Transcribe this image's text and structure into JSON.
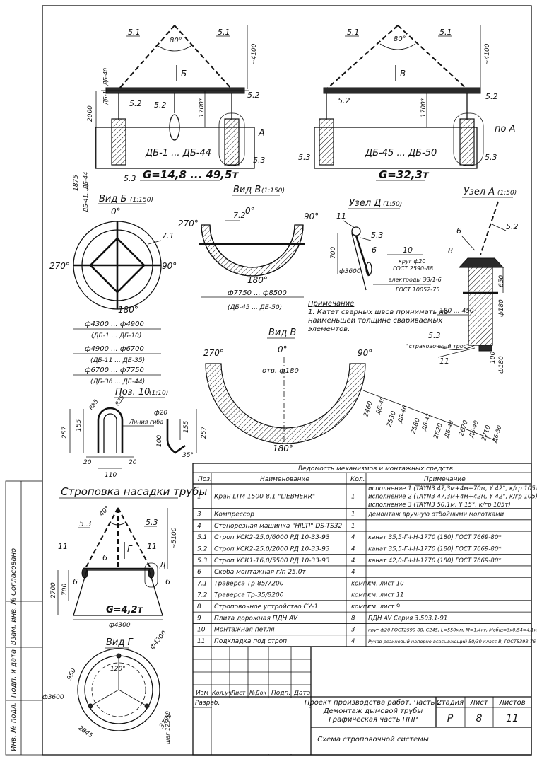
{
  "title_block": {
    "project": "Проект производства работ. Часть 2",
    "sub1": "Демонтаж дымовой трубы",
    "sub2": "Графическая часть ППР",
    "sheet_name": "Схема строповочной системы",
    "stage_h": "Стадия",
    "sheet_h": "Лист",
    "sheets_h": "Листов",
    "stage": "Р",
    "sheet": "8",
    "sheets": "11",
    "sig_cols": [
      "Изм",
      "Кол.уч",
      "Лист",
      "№Док",
      "Подп.",
      "Дата"
    ],
    "razrab": "Разраб."
  },
  "side_stamp": [
    "Согласовано",
    "Взам. инв. №",
    "Подп. и дата",
    "Инв. № подл."
  ],
  "views": {
    "top_left": {
      "d51a": "5.1",
      "d51b": "5.1",
      "ang": "80°",
      "b": "Б",
      "d40": "ДБ-1...ДБ-40",
      "d2000": "2000",
      "d1700": "1700*",
      "h4100": "~4100",
      "d52a": "5.2",
      "d52b": "5.2",
      "d52c": "5.2",
      "a": "А",
      "range": "ДБ-1 ... ДБ-44",
      "d53a": "5.3",
      "d53b": "5.3",
      "g": "G=14,8 ... 49,5т",
      "d1875": "1875",
      "d4144": "ДБ-41...ДБ-44"
    },
    "top_right": {
      "d51a": "5.1",
      "d51b": "5.1",
      "ang": "80°",
      "v": "В",
      "h4100": "~4100",
      "d52a": "5.2",
      "d52b": "5.2",
      "d1700": "1700*",
      "poa": "по А",
      "range": "ДБ-45 ... ДБ-50",
      "d53a": "5.3",
      "d53b": "5.3",
      "g": "G=32,3т"
    },
    "vid_b": {
      "title": "Вид Б",
      "scale": "(1:150)",
      "a0": "0°",
      "a270": "270°",
      "a90": "90°",
      "a180": "180°",
      "d71": "7.1"
    },
    "vid_b_table": [
      "ф4300 ... ф4900",
      "(ДБ-1 ... ДБ-10)",
      "ф4900 ... ф6700",
      "(ДБ-11 ... ДБ-35)",
      "ф6700 ... ф7750",
      "(ДБ-36 ... ДБ-44)"
    ],
    "vid_v1": {
      "title": "Вид В",
      "scale": "(1:150)",
      "a0": "0°",
      "a270": "270°",
      "a90": "90°",
      "a180": "180°",
      "d72": "7.2",
      "dim": "ф7750 ... ф8500",
      "range": "(ДБ-45 ... ДБ-50)"
    },
    "uzel_d": {
      "title": "Узел Д",
      "scale": "(1:50)",
      "d11": "11",
      "d53": "5.3",
      "d6": "6",
      "d700": "700",
      "d3600": "ф3600",
      "d10": "10",
      "krug": "круг ф20",
      "gost1": "ГОСТ 2590-88",
      "el": "электроды Э3/1-6",
      "gost2": "ГОСТ 10052-75"
    },
    "note": {
      "h": "Примечание",
      "l1": "1. Катет сварных швов принимать по",
      "l2": "наименьшей толщине свариваемых",
      "l3": "элементов."
    },
    "uzel_a": {
      "title": "Узел А",
      "scale": "(1:50)",
      "d52": "5.2",
      "d6": "6",
      "d8": "8",
      "d650": "650",
      "d180a": "ф180",
      "d180450": "180 ... 450",
      "d53": "5.3",
      "tros": "\"страховочный трос\"",
      "d11": "11",
      "d100": "100",
      "d180b": "ф180"
    },
    "vid_v2": {
      "title": "Вид В",
      "a0": "0°",
      "a270": "270°",
      "a90": "90°",
      "a180": "180°",
      "otv": "отв. ф180",
      "dims": [
        "2460",
        "ДБ-45",
        "2530",
        "ДБ-46",
        "2580",
        "ДБ-47",
        "2620",
        "ДБ-48",
        "2670",
        "ДБ-49",
        "2710",
        "ДБ-50"
      ]
    },
    "poz10": {
      "title": "Поз. 10",
      "scale": "(1:10)",
      "r85": "R85",
      "r35": "R35",
      "f20": "ф20",
      "line": "Линия гиба",
      "d155a": "155",
      "d257a": "257",
      "d155b": "155",
      "d257b": "257",
      "d100": "100",
      "d35": "35°",
      "d20a": "20",
      "d20b": "20",
      "d110": "110"
    },
    "stropovka": {
      "title": "Строповка насадки трубы",
      "d53a": "5.3",
      "d53b": "5.3",
      "ang": "40°",
      "h5100": "~5100",
      "d11a": "11",
      "d11b": "11",
      "g": "Г",
      "d6a": "6",
      "d6b": "6",
      "d6c": "6",
      "d": "Д",
      "d2700": "2700",
      "d700": "700",
      "gw": "G=4,2т",
      "d4300": "ф4300"
    },
    "vid_g": {
      "title": "Вид Г",
      "d4300": "ф4300",
      "d120": "120°",
      "d950": "950",
      "d3600": "ф3600",
      "d2845": "2845",
      "d3795": "3795",
      "shag": "шаг 125 10"
    }
  },
  "mech_table": {
    "title": "Ведомость механизмов и монтажных средств",
    "headers": [
      "Поз.",
      "Наименование",
      "Кол.",
      "Примечание"
    ],
    "rows": [
      {
        "pos": "1",
        "name": "Кран LTM 1500-8.1 \"LIEBHERR\"",
        "qty": "1",
        "notes": [
          "исполнение 1 (TAYN3 47,3м+4м+70м, Y 42°, к/гр 105т)",
          "исполнение 2 (TAYN3 47,3м+4м+42м, Y 42°, к/гр 105)",
          "исполнение 3 (TAYN3 50,1м, Y 15°, к/гр 105т)"
        ]
      },
      {
        "pos": "3",
        "name": "Компрессор",
        "qty": "1",
        "notes": [
          "демонтаж вручную отбойными молотками"
        ]
      },
      {
        "pos": "4",
        "name": "Стенорезная машинка \"HILTI\" DS-TS32",
        "qty": "1",
        "notes": [
          ""
        ]
      },
      {
        "pos": "5.1",
        "name": "Строп УСК2-25,0/6000 РД 10-33-93",
        "qty": "4",
        "notes": [
          "канат 35,5-Г-I-Н-1770 (180) ГОСТ 7669-80*"
        ]
      },
      {
        "pos": "5.2",
        "name": "Строп УСК2-25,0/2000 РД 10-33-93",
        "qty": "4",
        "notes": [
          "канат 35,5-Г-I-Н-1770 (180) ГОСТ 7669-80*"
        ]
      },
      {
        "pos": "5.3",
        "name": "Строп УСК1-16,0/5500 РД 10-33-93",
        "qty": "4",
        "notes": [
          "канат 42,0-Г-I-Н-1770 (180) ГОСТ 7669-80*"
        ]
      },
      {
        "pos": "6",
        "name": "Скоба монтажная г/п 25,0т",
        "qty": "4",
        "notes": [
          ""
        ]
      },
      {
        "pos": "7.1",
        "name": "Траверса Тр-85/7200",
        "qty": "компл",
        "notes": [
          "см. лист 10"
        ]
      },
      {
        "pos": "7.2",
        "name": "Траверса Тр-35/8200",
        "qty": "компл",
        "notes": [
          "см. лист 11"
        ]
      },
      {
        "pos": "8",
        "name": "Строповочное устройство СУ-1",
        "qty": "компл",
        "notes": [
          "см. лист 9"
        ]
      },
      {
        "pos": "9",
        "name": "Плита дорожная ПДН AV",
        "qty": "8",
        "notes": [
          "ПДН AV Серия 3.503.1-91"
        ]
      },
      {
        "pos": "10",
        "name": "Монтажная петля",
        "qty": "3",
        "notes": [
          "круг ф20 ГОСТ2590-88, С245, L=550мм, М=1,4кг, Мобщ=3х0,54=4,1кг"
        ]
      },
      {
        "pos": "11",
        "name": "Подкладка под строп",
        "qty": "4",
        "notes": [
          "Рукав резиновый напорно-всасывающий 50/30 класс В, ГОСТ5398-76 L=600мм"
        ]
      }
    ]
  }
}
